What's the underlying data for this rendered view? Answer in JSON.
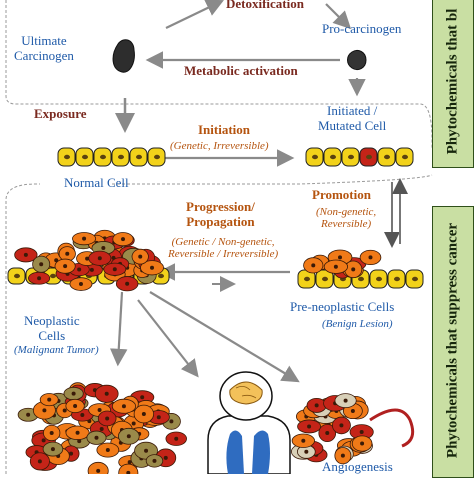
{
  "labels": {
    "detoxification": "Detoxification",
    "pro_carcinogen": "Pro-carcinogen",
    "ultimate_carcinogen": [
      "Ultimate",
      "Carcinogen"
    ],
    "metabolic_activation": "Metabolic activation",
    "exposure": "Exposure",
    "initiated_cell": [
      "Initiated /",
      "Mutated Cell"
    ],
    "initiation": "Initiation",
    "initiation_note": "(Genetic, Irreversible)",
    "normal_cell": "Normal Cell",
    "promotion": "Promotion",
    "promotion_note": [
      "(Non-genetic,",
      "Reversible)"
    ],
    "progression": [
      "Progression/",
      "Propagation"
    ],
    "progression_note": [
      "(Genetic / Non-genetic,",
      "Reversible / Irreversible)"
    ],
    "neoplastic": [
      "Neoplastic",
      "Cells"
    ],
    "neoplastic_note": "(Malignant Tumor)",
    "pre_neoplastic": "Pre-neoplastic Cells",
    "pre_neoplastic_note": "(Benign Lesion)",
    "angiogenesis": "Angiogenesis"
  },
  "sidebars": {
    "top": "Phytochemicals that bl",
    "bottom": "Phytochemicals that suppress cancer"
  },
  "colors": {
    "cell_yellow": "#f2d21a",
    "tumor_orange": "#f07a18",
    "tumor_red": "#c42418",
    "arrow_gray": "#8a8a8a",
    "text_blue": "#1f5aa8",
    "sidebar_green": "#c9dfa3"
  }
}
